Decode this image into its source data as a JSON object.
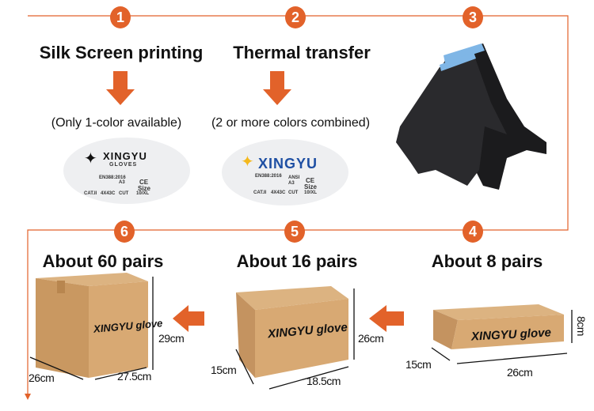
{
  "colors": {
    "accent": "#e2622a",
    "box": "#d6a877",
    "box_dark": "#c4945f"
  },
  "steps": [
    {
      "number": "1",
      "title": "Silk Screen printing",
      "note": "(Only 1-color available)"
    },
    {
      "number": "2",
      "title": "Thermal transfer",
      "note": "(2 or more colors combined)"
    },
    {
      "number": "3"
    },
    {
      "number": "4",
      "title": "About 8 pairs",
      "box_label": "XINGYU glove",
      "dims": [
        "8cm",
        "15cm",
        "26cm"
      ]
    },
    {
      "number": "5",
      "title": "About 16 pairs",
      "box_label": "XINGYU glove",
      "dims": [
        "26cm",
        "15cm",
        "18.5cm"
      ]
    },
    {
      "number": "6",
      "title": "About 60 pairs",
      "box_label": "XINGYU glove",
      "dims": [
        "29cm",
        "26cm",
        "27.5cm"
      ]
    }
  ],
  "label_tag": {
    "brand": "XINGYU",
    "sub": "GLOVES",
    "standard": "EN388:2016",
    "icons": [
      "CAT.II",
      "4X43C",
      "CUT",
      "10/XL"
    ],
    "ansi": "ANSI",
    "ansi_level": "A3",
    "ce": "CE",
    "size": "Size"
  }
}
